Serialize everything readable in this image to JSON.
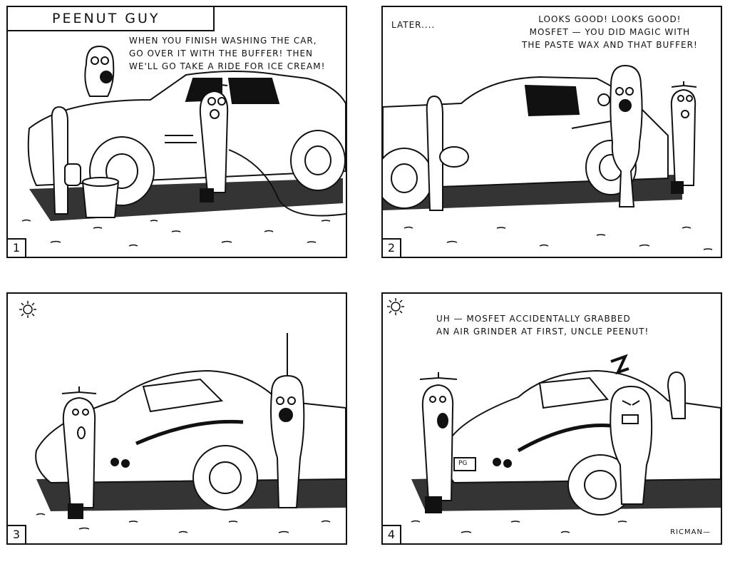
{
  "comic": {
    "title": "PEENUT GUY",
    "signature": "RICMAN—"
  },
  "panels": [
    {
      "number": "1",
      "dialogue": [
        "WHEN YOU FINISH WASHING THE CAR,",
        "GO OVER IT WITH THE BUFFER! THEN",
        "WE'LL GO TAKE A RIDE FOR ICE CREAM!"
      ]
    },
    {
      "number": "2",
      "caption": "LATER....",
      "dialogue": [
        "LOOKS GOOD! LOOKS GOOD!",
        "MOSFET — YOU DID MAGIC WITH",
        "THE PASTE WAX AND THAT BUFFER!"
      ]
    },
    {
      "number": "3"
    },
    {
      "number": "4",
      "dialogue": [
        "UH — MOSFET ACCIDENTALLY GRABBED",
        "AN AIR GRINDER AT FIRST, UNCLE PEENUT!"
      ],
      "plate": "PG"
    }
  ]
}
